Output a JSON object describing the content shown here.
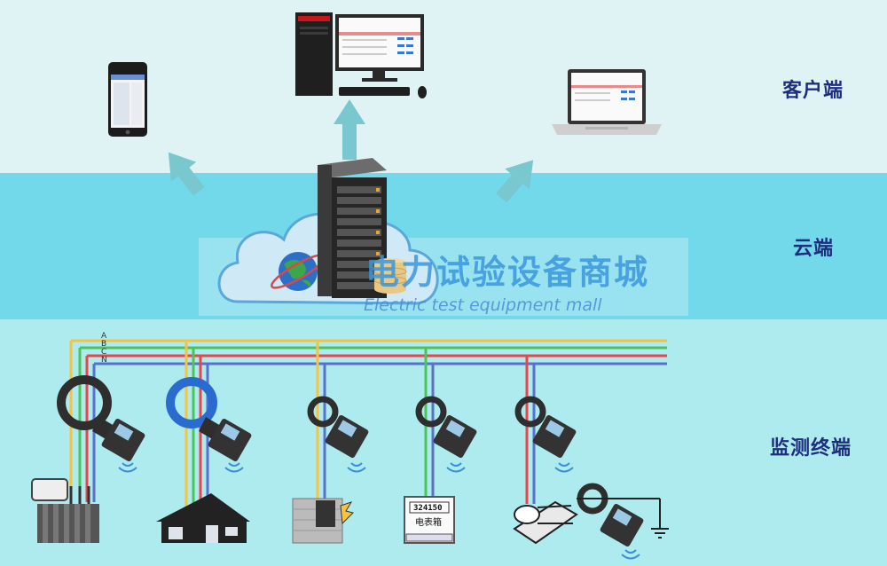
{
  "tiers": {
    "client": "客户端",
    "cloud": "云端",
    "terminal": "监测终端"
  },
  "watermark": {
    "cn": "电力试验设备商城",
    "en": "Electric test equipment mall"
  },
  "phases": [
    "A",
    "B",
    "C",
    "N"
  ],
  "colors": {
    "phase_a": "#f5c242",
    "phase_b": "#4fc35a",
    "phase_c": "#e8474a",
    "phase_n": "#5a6fd0",
    "arrow": "#79c7cf",
    "label": "#1e2e7e"
  },
  "meter": {
    "reading": "324150",
    "caption": "电表箱"
  },
  "icons": [
    "phone-icon",
    "desktop-pc-icon",
    "laptop-icon",
    "server-rack-icon",
    "cloud-icon",
    "globe-icon",
    "clamp-meter-icon",
    "transformer-icon",
    "house-icon",
    "wall-outlet-icon",
    "meter-box-icon",
    "motor-icon",
    "ground-icon"
  ]
}
